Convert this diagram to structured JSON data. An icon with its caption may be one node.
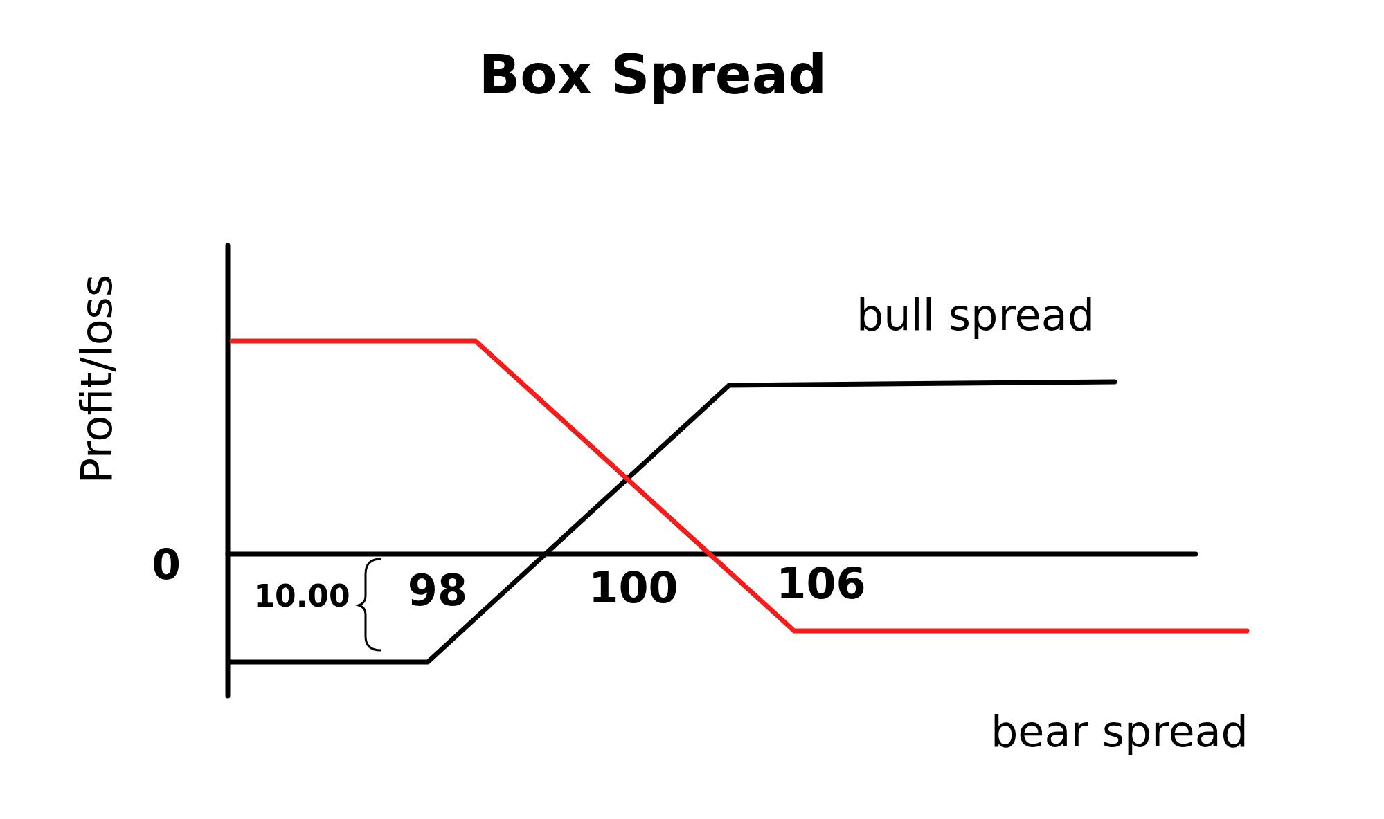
{
  "diagram": {
    "title": "Box Spread",
    "labels": [
      "Profit/loss",
      "bull spread",
      "0",
      "10.00",
      "98",
      "100",
      "106",
      "bear spread"
    ]
  }
}
